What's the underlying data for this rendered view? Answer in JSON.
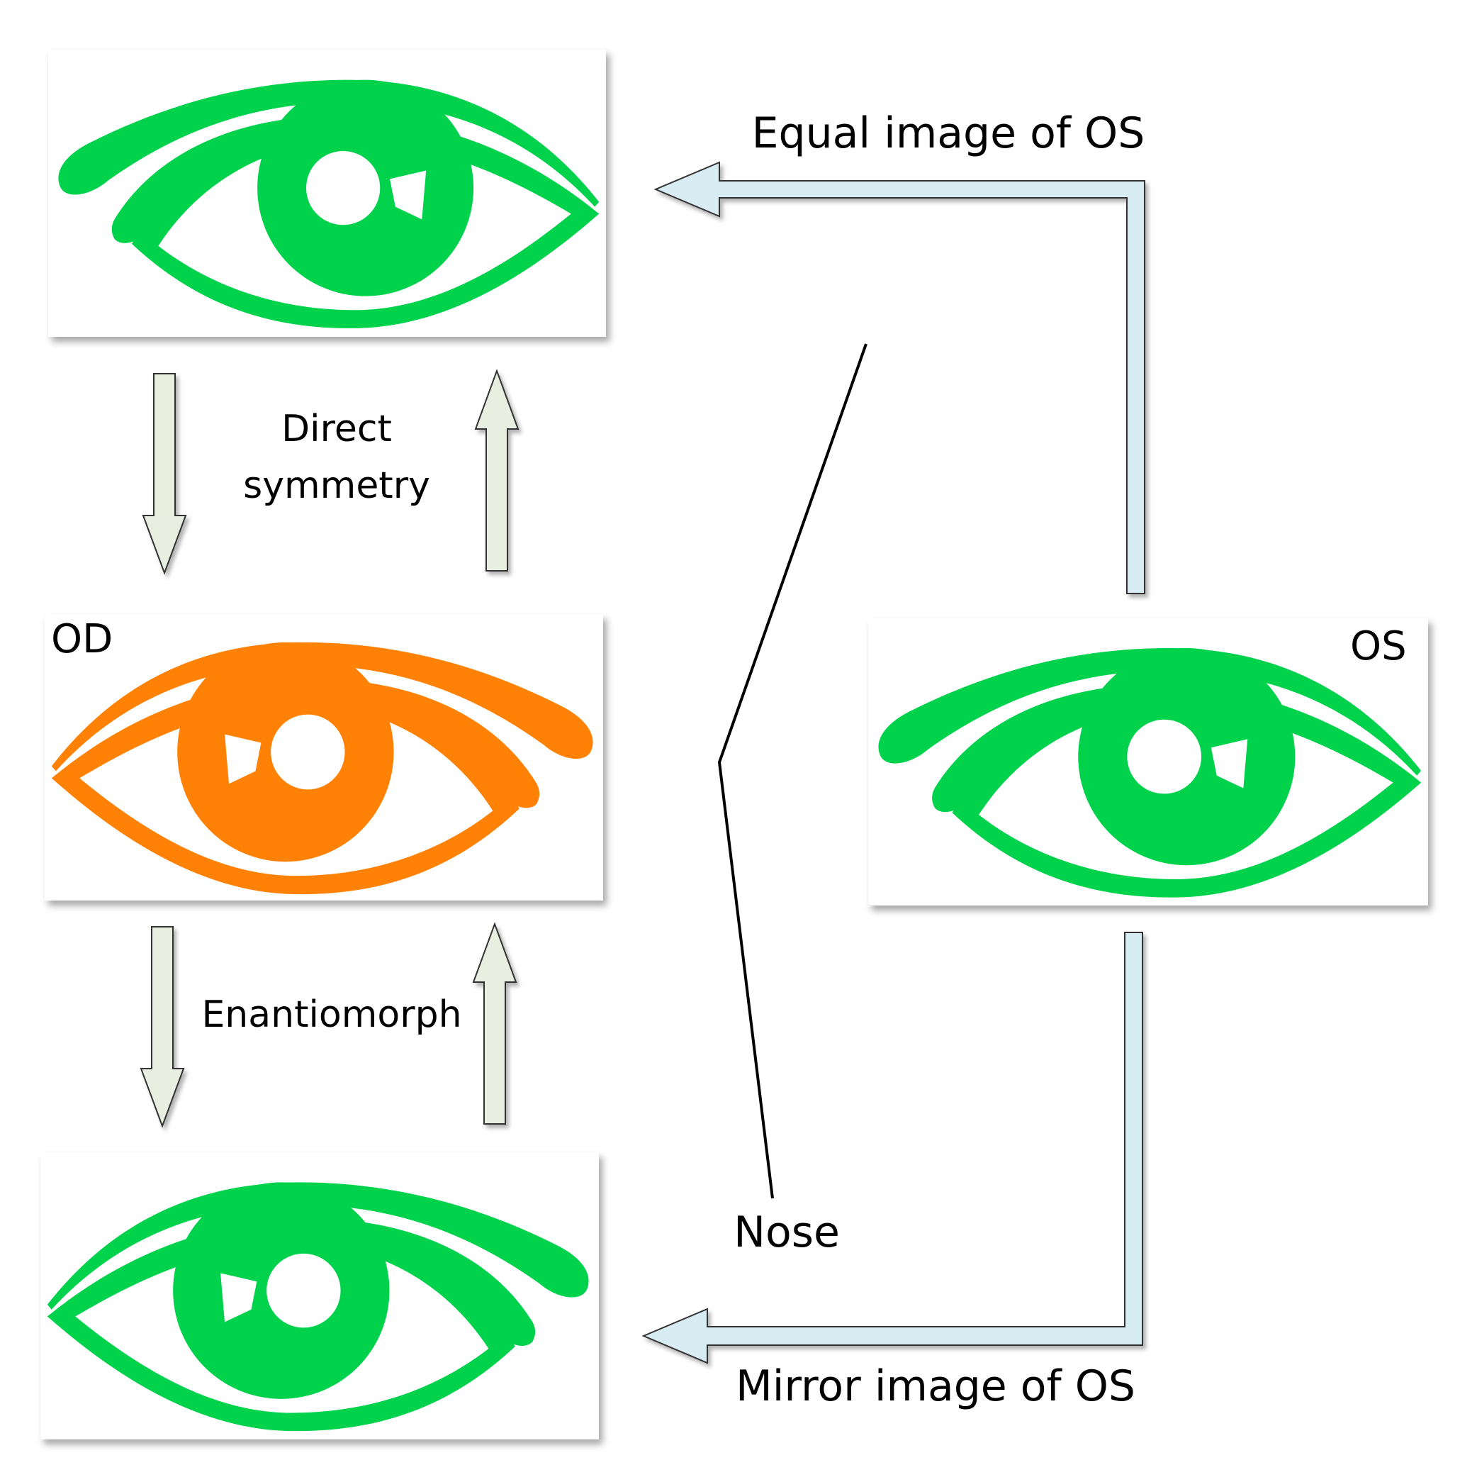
{
  "labels": {
    "equal_image": "Equal image of OS",
    "mirror_image": "Mirror image of OS",
    "direct_symmetry_line1": "Direct",
    "direct_symmetry_line2": "symmetry",
    "enantiomorph": "Enantiomorph",
    "nose": "Nose",
    "od": "OD",
    "os": "OS"
  },
  "colors": {
    "green_eye": "#00d24c",
    "orange_eye": "#ff8206",
    "blue_arrow_fill": "#d8ecf3",
    "sage_arrow_fill": "#e8efe0",
    "stroke": "#333333"
  }
}
